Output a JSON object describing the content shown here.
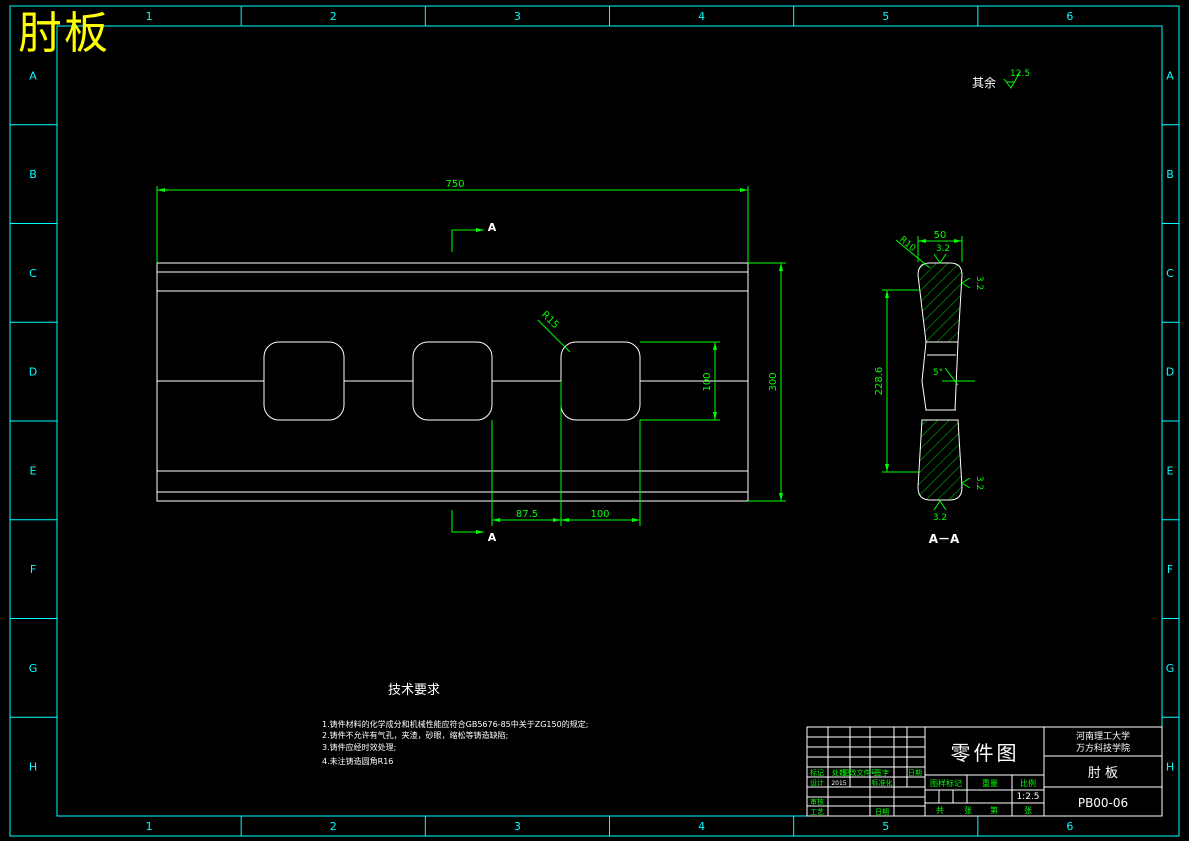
{
  "corner_title": "肘板",
  "border": {
    "columns": [
      "1",
      "2",
      "3",
      "4",
      "5",
      "6"
    ],
    "rows": [
      "A",
      "B",
      "C",
      "D",
      "E",
      "F",
      "G",
      "H"
    ]
  },
  "roughness": {
    "label": "其余",
    "value": "12.5"
  },
  "front_view": {
    "dim_length": "750",
    "dim_height": "300",
    "dim_hole_height": "100",
    "dim_offset": "87.5",
    "dim_hole_width": "100",
    "dim_radius": "R15",
    "section_mark": "A"
  },
  "section_view": {
    "dim_top_width": "50",
    "dim_radius": "R10",
    "dim_height": "228.6",
    "dim_angle": "5°",
    "roughness_values": [
      "3.2",
      "3.2",
      "3.2",
      "3.2"
    ],
    "caption": "A－A"
  },
  "tech_requirements": {
    "heading": "技术要求",
    "items": [
      "1.铸件材料的化学成分和机械性能应符合GB5676-85中关于ZG150的规定;",
      "2.铸件不允许有气孔，夹渣，砂眼，缩松等铸造缺陷;",
      "3.铸件应经时效处理;",
      "4.未注铸造圆角R16"
    ]
  },
  "title_block": {
    "drawing_type": "零件图",
    "school_line1": "河南理工大学",
    "school_line2": "万方科技学院",
    "part_name": "肘    板",
    "drawing_number": "PB00-06",
    "scale": "1:2.5",
    "stage_mark": "图样标记",
    "weight_label": "重量",
    "scale_label": "比例",
    "sheet_total": "共",
    "sheet_word": "第",
    "sheet_unit": "张",
    "rev_headers": [
      "标记",
      "处数",
      "更改文件号",
      "签字",
      "日期"
    ],
    "role_designer": "设计",
    "role_checker": "审核",
    "role_process": "工艺",
    "role_approve": "标准化",
    "date_label": "日期",
    "design_date": "2015"
  },
  "colors": {
    "frame": "#00ffff",
    "geometry": "#ffffff",
    "dimension": "#00ff00",
    "hatch": "#00aa00",
    "title_text": "#ffff00"
  }
}
